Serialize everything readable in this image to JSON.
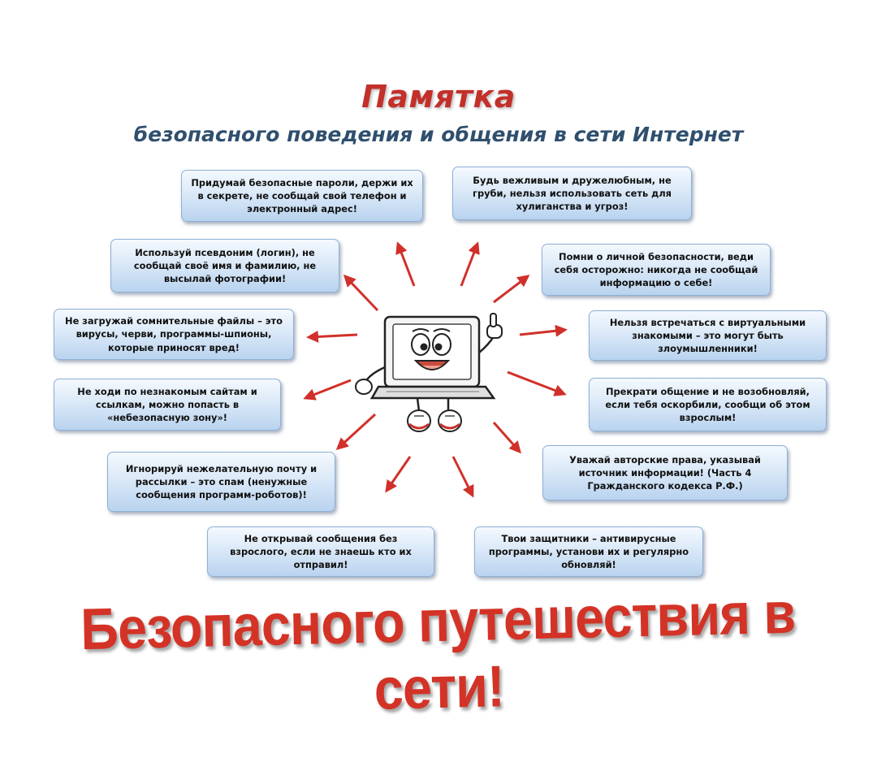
{
  "title": "Памятка",
  "subtitle": "безопасного поведения и общения в сети Интернет",
  "tips": {
    "passwords": "Придумай безопасные пароли, держи их в секрете, не сообщай свой телефон и электронный адрес!",
    "polite": "Будь вежливым и дружелюбным, не груби, нельзя использовать сеть для хулиганства и угроз!",
    "pseudonym": "Используй псевдоним (логин), не сообщай своё имя и фамилию, не высылай фотографии!",
    "safety": "Помни о личной безопасности, веди себя осторожно: никогда не сообщай информацию о себе!",
    "files": "Не загружай сомнительные файлы – это вирусы, черви, программы-шпионы, которые приносят вред!",
    "meetings": "Нельзя встречаться с виртуальными знакомыми – это могут быть злоумышленники!",
    "sites": "Не ходи по незнакомым сайтам и ссылкам, можно попасть в «небезопасную зону»!",
    "stop": "Прекрати общение и не возобновляй, если тебя оскорбили, сообщи об этом взрослым!",
    "spam": "Игнорируй нежелательную почту и рассылки – это спам (ненужные сообщения программ-роботов)!",
    "copyright": "Уважай авторские права, указывай источник информации! (Часть 4 Гражданского кодекса Р.Ф.)",
    "messages": "Не открывай сообщения без взрослого, если не знаешь кто их отправил!",
    "antivirus": "Твои защитники – антивирусные программы, установи их и регулярно обновляй!"
  },
  "slogan": "Безопасного путешествия в сети!",
  "colors": {
    "title": "#c3302a",
    "subtitle": "#2f4f6e",
    "arrow": "#d1302a",
    "tip_border": "#8fb0d6"
  },
  "icons": {
    "mascot": "smiling-laptop-character-icon",
    "arrow": "red-arrow-icon"
  }
}
